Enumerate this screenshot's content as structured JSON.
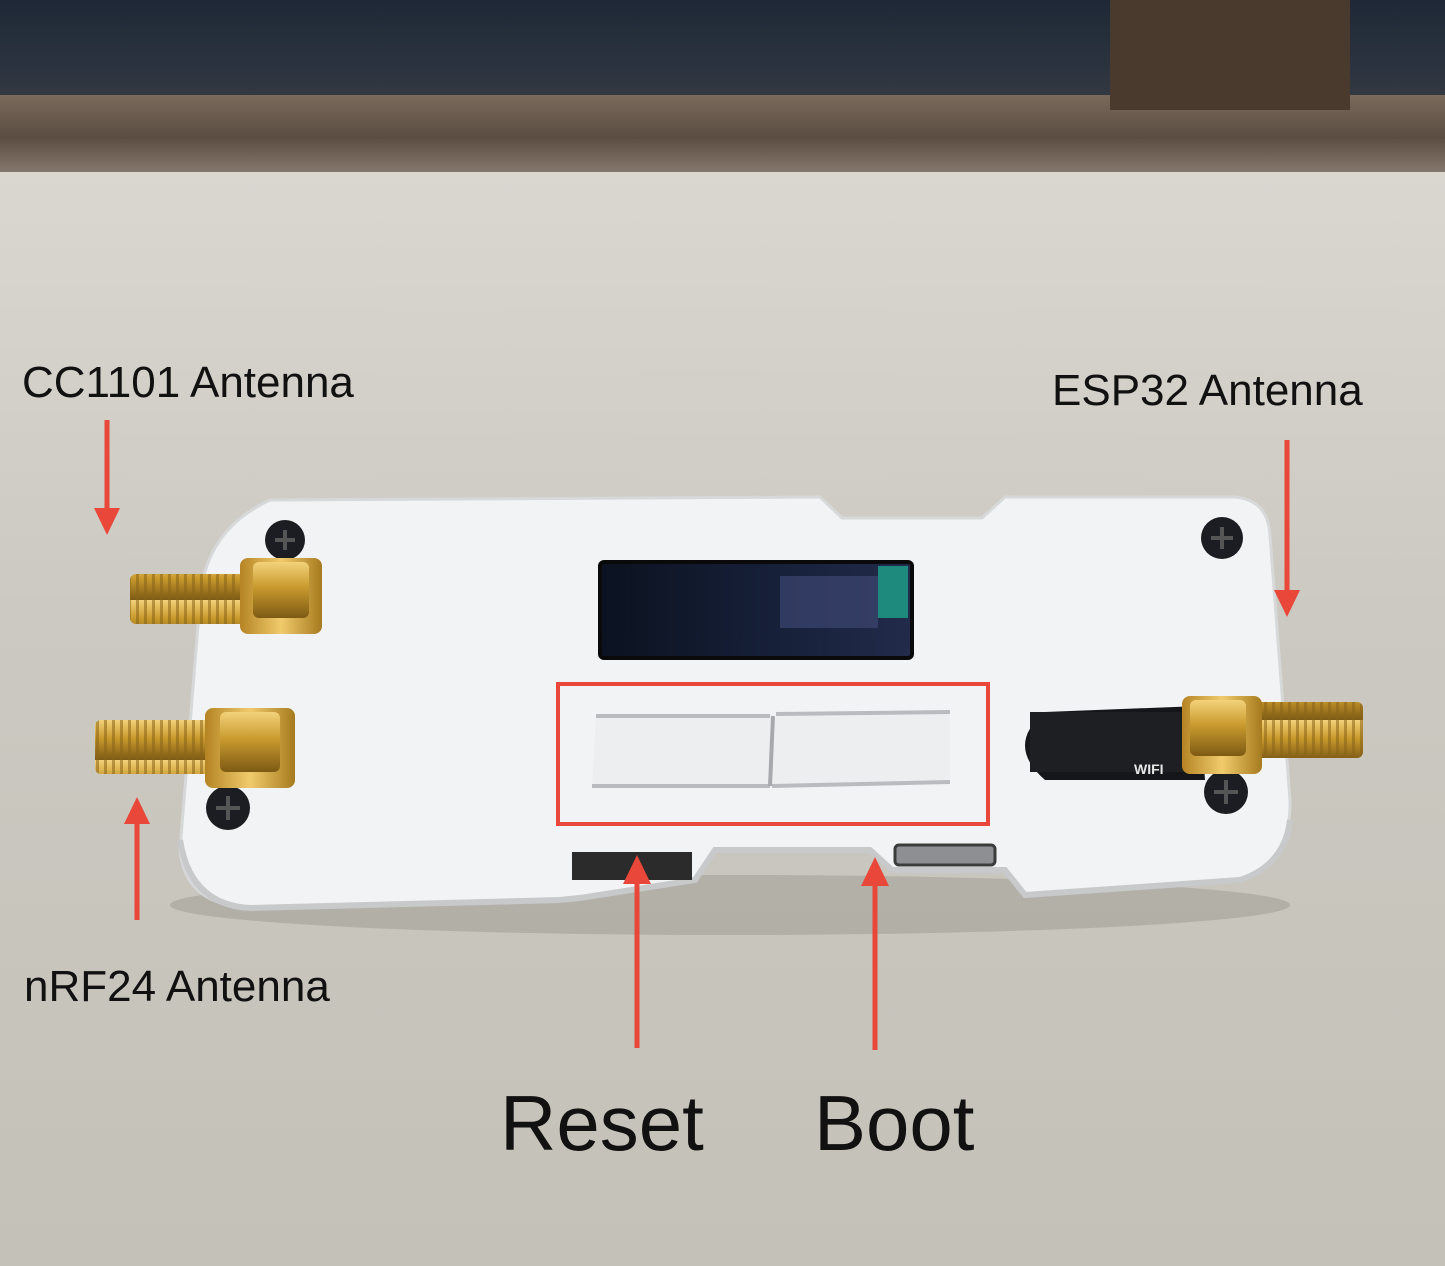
{
  "labels": {
    "cc1101": "CC1101 Antenna",
    "esp32": "ESP32 Antenna",
    "nrf24": "nRF24 Antenna",
    "reset": "Reset",
    "boot": "Boot"
  },
  "device": {
    "wifi_marking": "WIFI",
    "case_color": "#f2f3f4",
    "connector_color": "#c99a2e"
  },
  "annotation_color": "#e8473a"
}
